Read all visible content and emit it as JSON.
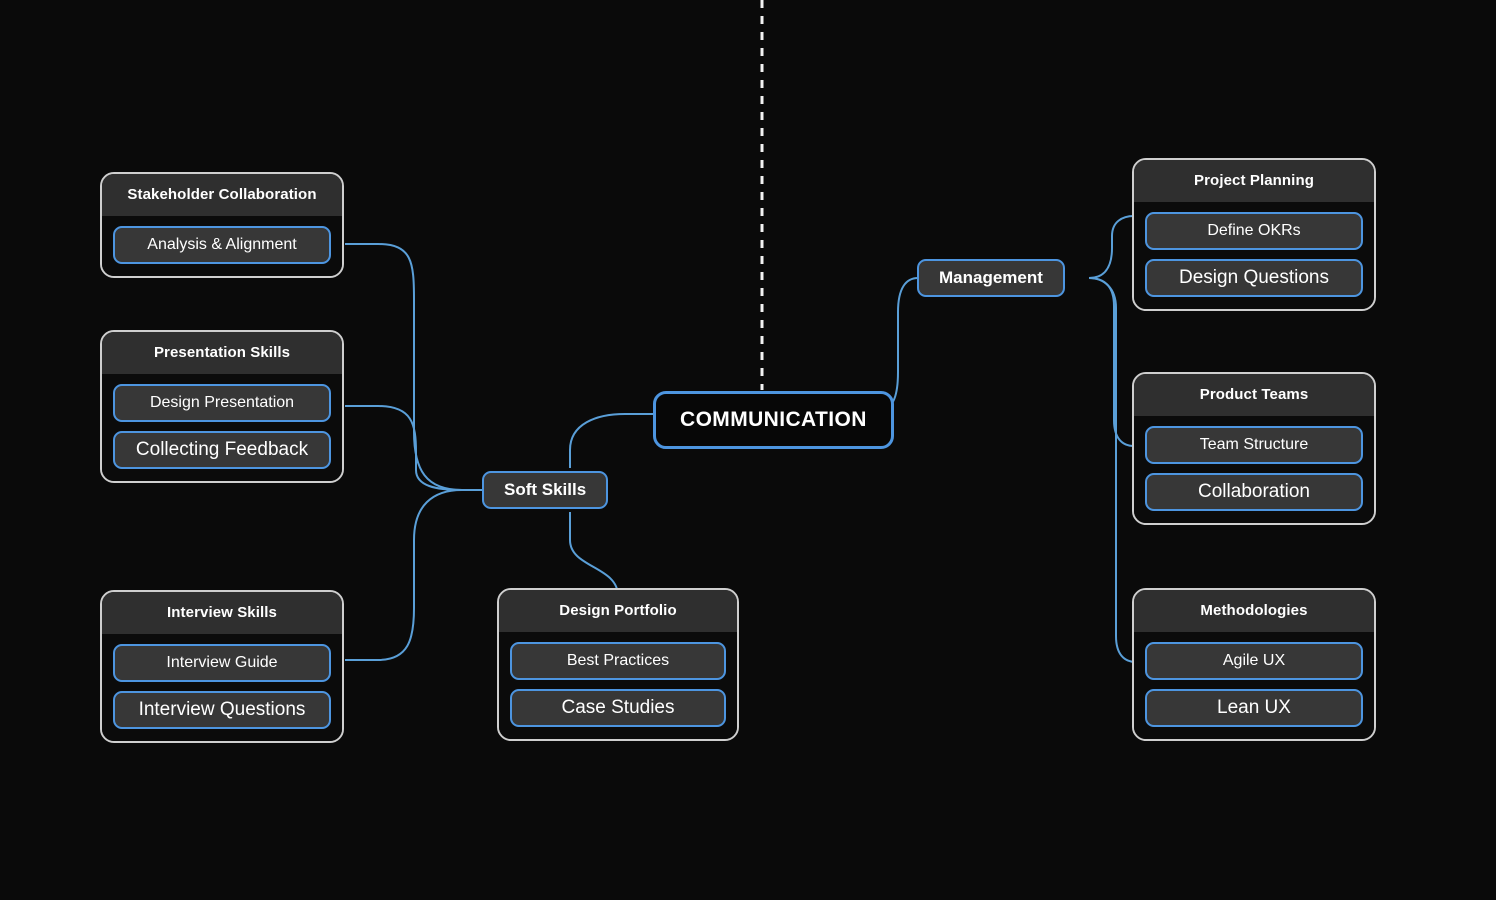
{
  "diagram": {
    "type": "mindmap",
    "root": {
      "label": "COMMUNICATION"
    },
    "branches": [
      {
        "label": "Soft Skills"
      },
      {
        "label": "Management"
      }
    ],
    "divider": {
      "name": "vertical-dashed-divider",
      "style": "dashed",
      "color": "#f2f2f2"
    },
    "colors": {
      "background": "#0a0a0a",
      "edge": "#5a9fd8",
      "node_border": "#4d95e0",
      "node_fill": "#373737",
      "cluster_border": "#cfcfcf",
      "cluster_header": "#2f2f2f",
      "text": "#ffffff"
    },
    "clusters": [
      {
        "id": "stakeholder-collaboration",
        "title": "Stakeholder Collaboration",
        "children": [
          {
            "label": "Analysis & Alignment",
            "size": "normal"
          }
        ]
      },
      {
        "id": "presentation-skills",
        "title": "Presentation Skills",
        "children": [
          {
            "label": "Design Presentation",
            "size": "normal"
          },
          {
            "label": "Collecting Feedback",
            "size": "big"
          }
        ]
      },
      {
        "id": "interview-skills",
        "title": "Interview Skills",
        "children": [
          {
            "label": "Interview Guide",
            "size": "normal"
          },
          {
            "label": "Interview Questions",
            "size": "big"
          }
        ]
      },
      {
        "id": "design-portfolio",
        "title": "Design Portfolio",
        "children": [
          {
            "label": "Best Practices",
            "size": "normal"
          },
          {
            "label": "Case Studies",
            "size": "big"
          }
        ]
      },
      {
        "id": "project-planning",
        "title": "Project Planning",
        "children": [
          {
            "label": "Define OKRs",
            "size": "normal"
          },
          {
            "label": "Design Questions",
            "size": "big"
          }
        ]
      },
      {
        "id": "product-teams",
        "title": "Product Teams",
        "children": [
          {
            "label": "Team Structure",
            "size": "normal"
          },
          {
            "label": "Collaboration",
            "size": "big"
          }
        ]
      },
      {
        "id": "methodologies",
        "title": "Methodologies",
        "children": [
          {
            "label": "Agile UX",
            "size": "normal"
          },
          {
            "label": "Lean UX",
            "size": "big"
          }
        ]
      }
    ]
  }
}
